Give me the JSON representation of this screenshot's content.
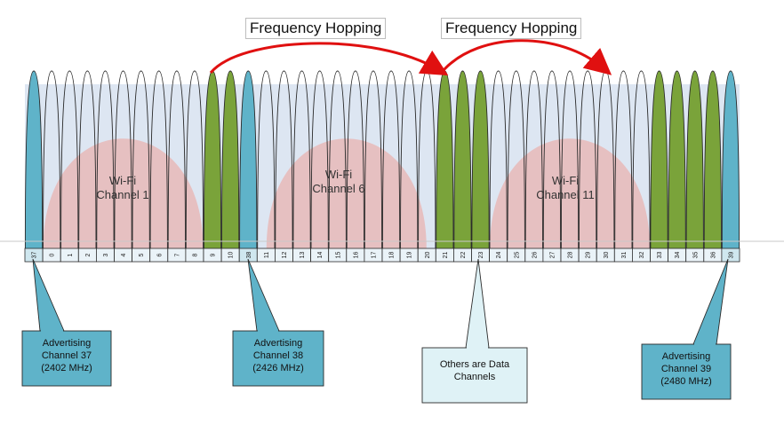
{
  "hop_labels": [
    "Frequency Hopping",
    "Frequency Hopping"
  ],
  "wifi_channels": [
    {
      "line1": "Wi-Fi",
      "line2": "Channel 1"
    },
    {
      "line1": "Wi-Fi",
      "line2": "Channel 6"
    },
    {
      "line1": "Wi-Fi",
      "line2": "Channel 11"
    }
  ],
  "channel_numbers": [
    "37",
    "0",
    "1",
    "2",
    "3",
    "4",
    "5",
    "6",
    "7",
    "8",
    "9",
    "10",
    "38",
    "11",
    "12",
    "13",
    "14",
    "15",
    "16",
    "17",
    "18",
    "19",
    "20",
    "21",
    "22",
    "23",
    "24",
    "25",
    "26",
    "27",
    "28",
    "29",
    "30",
    "31",
    "32",
    "33",
    "34",
    "35",
    "36",
    "39"
  ],
  "channel_kinds": [
    "adv",
    "w",
    "w",
    "w",
    "w",
    "w",
    "w",
    "w",
    "w",
    "w",
    "g",
    "g",
    "adv",
    "w",
    "w",
    "w",
    "w",
    "w",
    "w",
    "w",
    "w",
    "w",
    "w",
    "g",
    "g",
    "g",
    "w",
    "w",
    "w",
    "w",
    "w",
    "w",
    "w",
    "w",
    "w",
    "g",
    "g",
    "g",
    "g",
    "adv"
  ],
  "callouts": [
    {
      "lines": [
        "Advertising",
        "Channel 37",
        "(2402 MHz)"
      ],
      "style": "adv"
    },
    {
      "lines": [
        "Advertising",
        "Channel 38",
        "(2426 MHz)"
      ],
      "style": "adv"
    },
    {
      "lines": [
        "Others are Data",
        "Channels"
      ],
      "style": "data"
    },
    {
      "lines": [
        "Advertising",
        "Channel 39",
        "(2480 MHz)"
      ],
      "style": "adv"
    }
  ],
  "colors": {
    "advertising": "#5fb3c9",
    "data_used": "#7aa33a",
    "data_free": "#ffffff",
    "wifi_band": "#e8b8b8",
    "band_bg": "#dde6f2",
    "hop_arrow": "#e01010",
    "callout_adv": "#5fb3c9",
    "callout_data": "#dff2f6"
  }
}
